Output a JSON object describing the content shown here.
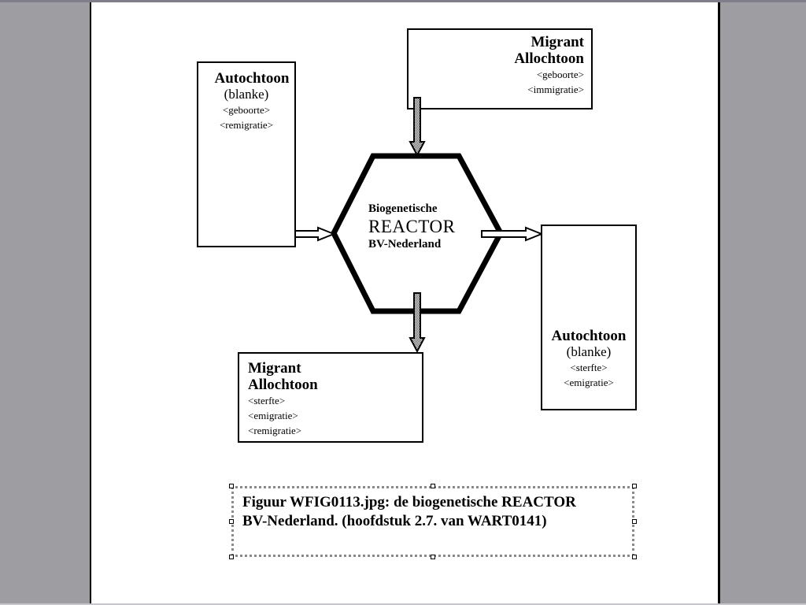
{
  "diagram": {
    "reactor": {
      "line1": "Biogenetische",
      "line2": "REACTOR",
      "line3": "BV-Nederland"
    },
    "autochtoon_in": {
      "title": "Autochtoon",
      "subtitle": "(blanke)",
      "items": [
        "<geboorte>",
        "<remigratie>"
      ]
    },
    "migrant_in": {
      "title1": "Migrant",
      "title2": "Allochtoon",
      "items": [
        "<geboorte>",
        "<immigratie>"
      ]
    },
    "migrant_out": {
      "title1": "Migrant",
      "title2": "Allochtoon",
      "items": [
        "<sterfte>",
        "<emigratie>",
        "<remigratie>"
      ]
    },
    "autochtoon_out": {
      "title": "Autochtoon",
      "subtitle": "(blanke)",
      "items": [
        "<sterfte>",
        "<emigratie>"
      ]
    },
    "flows": [
      {
        "from": "Autochtoon (blanke)",
        "to": "Biogenetische REACTOR",
        "style": "hollow"
      },
      {
        "from": "Migrant Allochtoon",
        "to": "Biogenetische REACTOR",
        "style": "hatched"
      },
      {
        "from": "Biogenetische REACTOR",
        "to": "Autochtoon (blanke)",
        "style": "hollow"
      },
      {
        "from": "Biogenetische REACTOR",
        "to": "Migrant Allochtoon",
        "style": "hatched"
      }
    ]
  },
  "caption": {
    "line1": "Figuur WFIG0113.jpg: de biogenetische REACTOR",
    "line2": "BV-Nederland. (hoofdstuk 2.7. van WART0141)"
  },
  "colors": {
    "background": "#9e9da2",
    "page": "#ffffff",
    "ink": "#000000",
    "hatch": "#8c8c8c"
  }
}
